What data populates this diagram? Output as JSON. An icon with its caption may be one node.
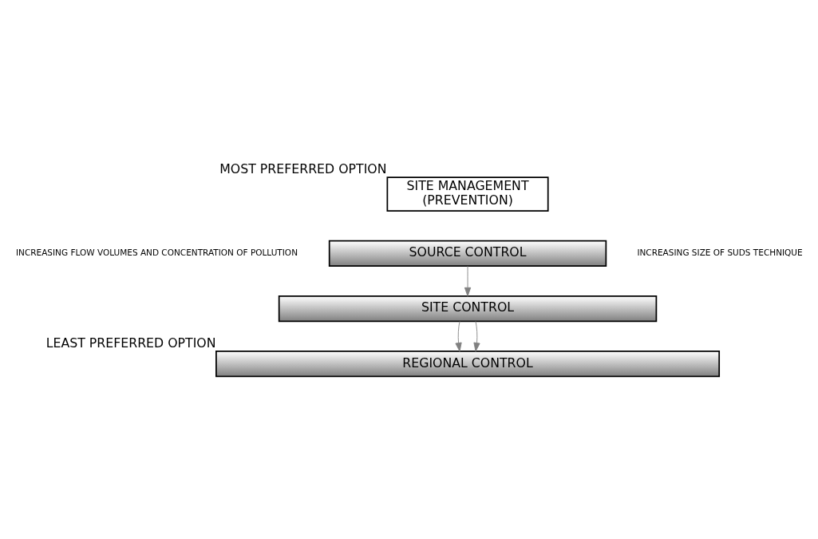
{
  "diagram": {
    "nodes": [
      {
        "text": [
          "SITE MANAGEMENT",
          "(PREVENTION)"
        ],
        "beside": [
          "MOST PREFERRED OPTION"
        ]
      },
      {
        "text": [
          "SOURCE CONTROL"
        ]
      },
      {
        "text": [
          "SITE CONTROL"
        ]
      },
      {
        "text": [
          "REGIONAL CONTROL"
        ],
        "beside": [
          "LEAST PREFERRED OPTION"
        ]
      }
    ],
    "edges": [
      {
        "from": 1,
        "to": 2,
        "arrow": "to"
      },
      {
        "from": 2,
        "to": 3,
        "arrow": "to"
      },
      {
        "from": 2,
        "to": 3,
        "arrow": "to"
      }
    ],
    "labels": [
      "INCREASING FLOW VOLUMES AND CONCENTRATION OF POLLUTION",
      "INCREASING SIZE OF SUDS TECHNIQUE"
    ]
  }
}
